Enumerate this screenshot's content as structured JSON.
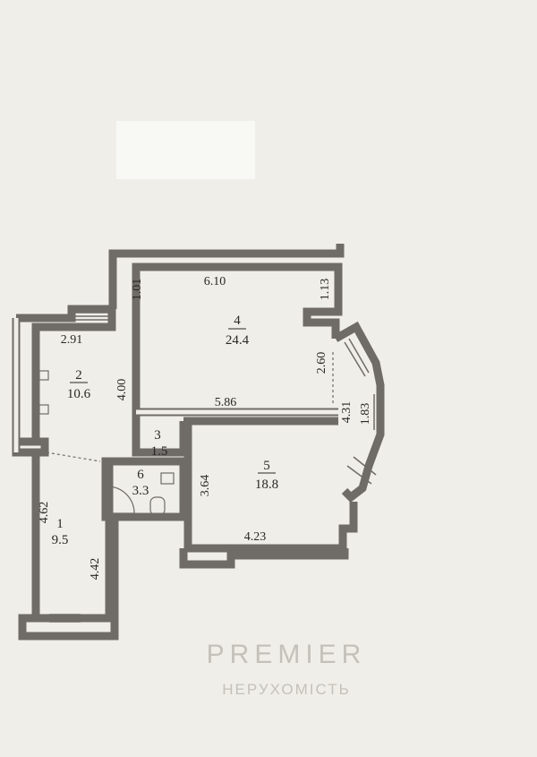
{
  "rooms": [
    {
      "number": "1",
      "area": "9.5"
    },
    {
      "number": "2",
      "area": "10.6"
    },
    {
      "number": "3",
      "area": "1.5"
    },
    {
      "number": "4",
      "area": "24.4"
    },
    {
      "number": "5",
      "area": "18.8"
    },
    {
      "number": "6",
      "area": "3.3"
    }
  ],
  "dimensions": {
    "d610": "6.10",
    "d101": "1.01",
    "d113": "1.13",
    "d291": "2.91",
    "d400": "4.00",
    "d586": "5.86",
    "d260": "2.60",
    "d431": "4.31",
    "d183": "1.83",
    "d364": "3.64",
    "d423": "4.23",
    "d462": "4.62",
    "d442": "4.42"
  },
  "watermark": {
    "brand": "PREMIER",
    "subtitle": "НЕРУХОМІСТЬ"
  }
}
